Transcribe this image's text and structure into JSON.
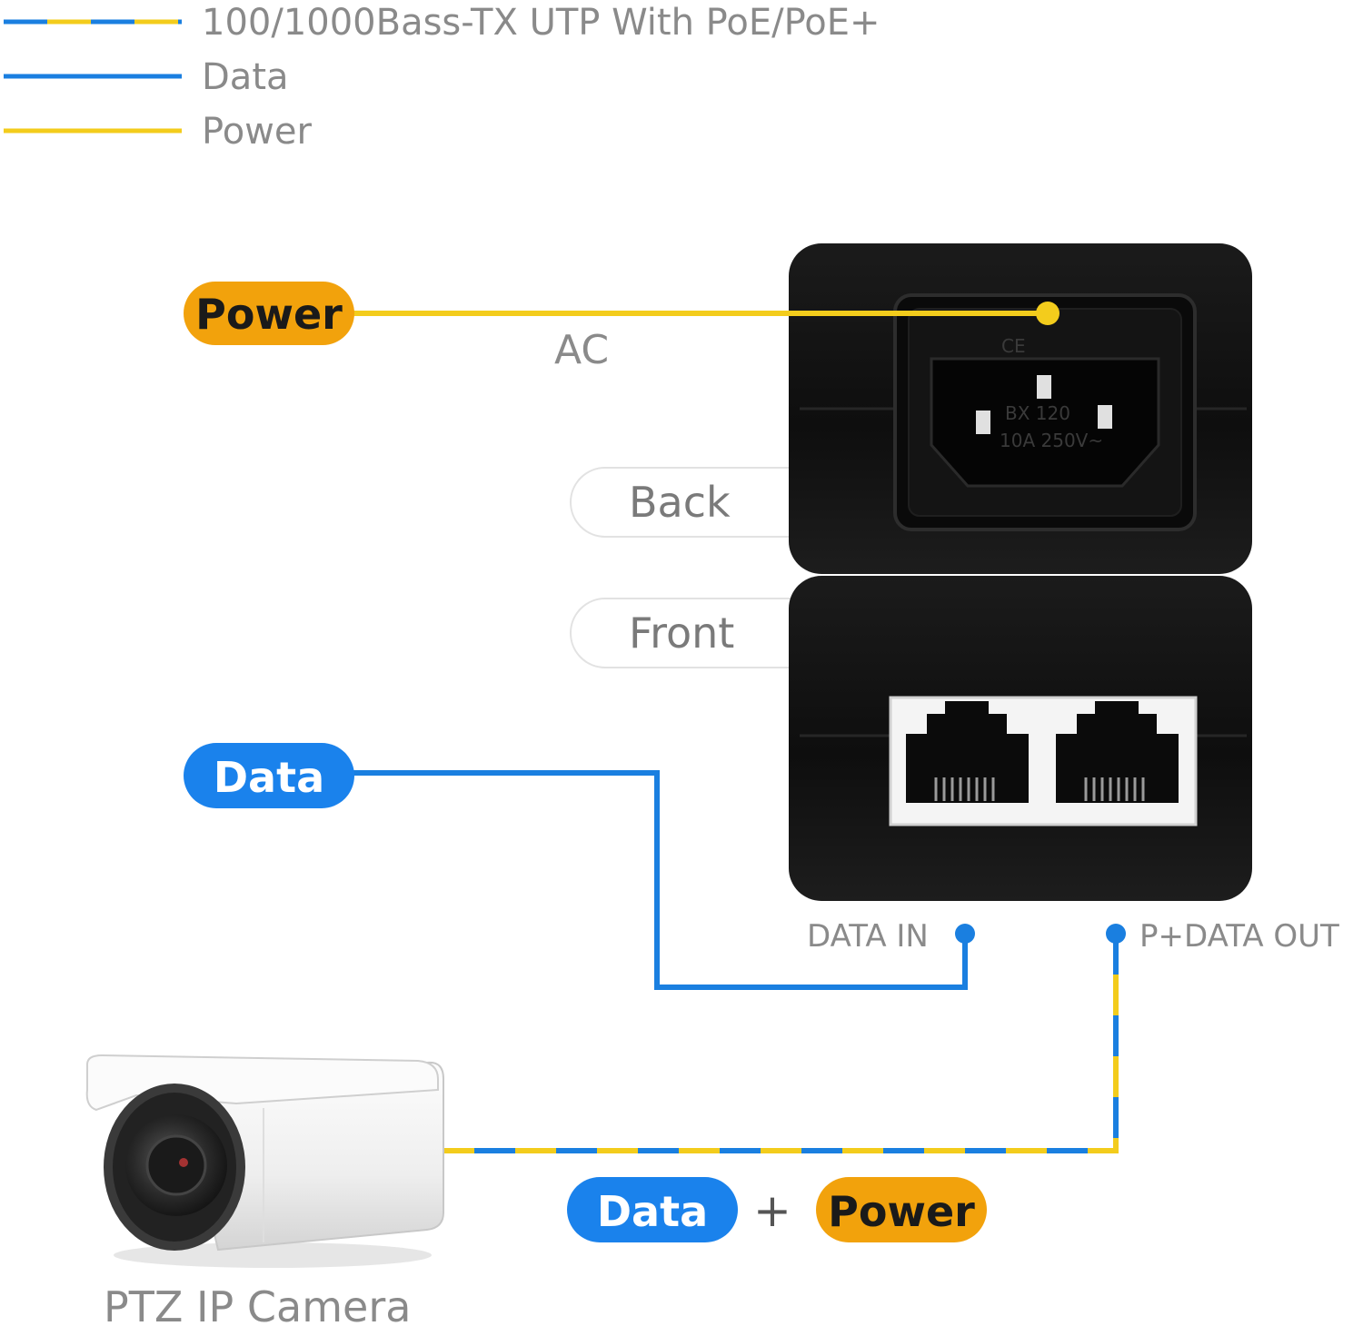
{
  "legend": {
    "items": [
      {
        "label": "100/1000Bass-TX UTP With PoE/PoE+",
        "style": "dashed-mixed"
      },
      {
        "label": "Data",
        "style": "blue"
      },
      {
        "label": "Power",
        "style": "yellow"
      }
    ]
  },
  "colors": {
    "data_line": "#1a7fe0",
    "power_line": "#f3cc1c",
    "data_pill": "#1a82ec",
    "power_pill": "#f2a20c",
    "device_body": "#121212",
    "label_gray": "#8a8a8a"
  },
  "pills": {
    "power_input": "Power",
    "data_input": "Data",
    "combined_data": "Data",
    "combined_power": "Power",
    "plus": "+"
  },
  "labels": {
    "ac": "AC",
    "back": "Back",
    "front": "Front",
    "data_in": "DATA IN",
    "p_data_out": "P+DATA OUT",
    "camera": "PTZ IP Camera"
  },
  "inlet_markings": {
    "cert": "CE",
    "model": "BX 120",
    "rating": "10A 250V~"
  },
  "icons": {
    "ac_inlet": "iec-c14-inlet-icon",
    "rj45_left": "rj45-port-icon",
    "rj45_right": "rj45-port-icon",
    "camera": "bullet-camera-icon"
  }
}
